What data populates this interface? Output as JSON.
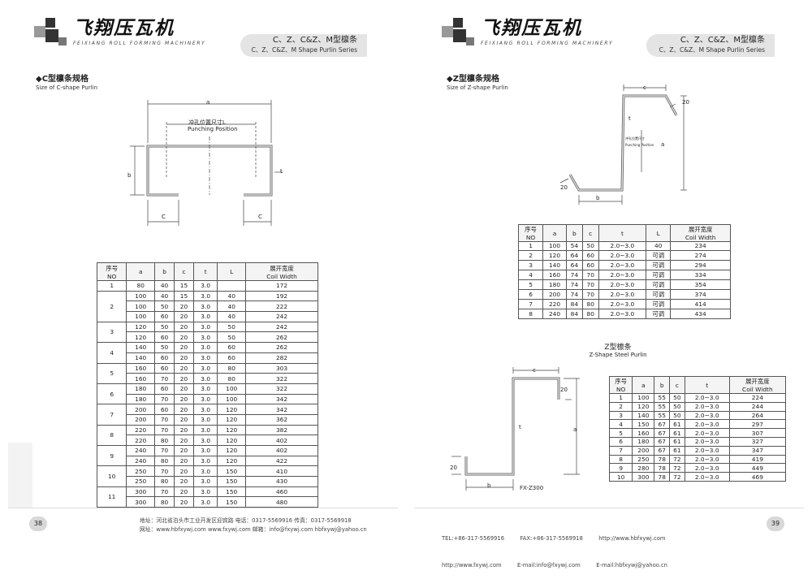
{
  "brand": {
    "cn": "飞翔压瓦机",
    "en": "FEIXIANG ROLL FORMING MACHINERY"
  },
  "series_tag": {
    "cn": "C、Z、C&Z、M型檩条",
    "en": "C、Z、C&Z、M Shape Purlin Series"
  },
  "left": {
    "section_cn": "◆C型檩条规格",
    "section_en": "Size of C-shape Purlin",
    "diagram": {
      "a": "a",
      "b": "b",
      "c": "C",
      "t": "t",
      "punch_cn": "冲孔位置尺寸L",
      "punch_en": "Punching Position"
    },
    "table": {
      "headers": [
        [
          "序号",
          "NO"
        ],
        [
          "a"
        ],
        [
          "b"
        ],
        [
          "c"
        ],
        [
          "t"
        ],
        [
          "L"
        ],
        [
          "展开宽度",
          "Coil Width"
        ]
      ],
      "rows": [
        {
          "no": "1",
          "a": "80",
          "b": "40",
          "c": "15",
          "t": "3.0",
          "l": "",
          "w": "172"
        },
        {
          "no": "2",
          "a": "100",
          "b": "40",
          "c": "15",
          "t": "3.0",
          "l": "40",
          "w": "192"
        },
        {
          "no": "",
          "a": "100",
          "b": "50",
          "c": "20",
          "t": "3.0",
          "l": "40",
          "w": "222"
        },
        {
          "no": "",
          "a": "100",
          "b": "60",
          "c": "20",
          "t": "3.0",
          "l": "40",
          "w": "242"
        },
        {
          "no": "3",
          "a": "120",
          "b": "50",
          "c": "20",
          "t": "3.0",
          "l": "50",
          "w": "242"
        },
        {
          "no": "",
          "a": "120",
          "b": "60",
          "c": "20",
          "t": "3.0",
          "l": "50",
          "w": "262"
        },
        {
          "no": "4",
          "a": "140",
          "b": "50",
          "c": "20",
          "t": "3.0",
          "l": "60",
          "w": "262"
        },
        {
          "no": "",
          "a": "140",
          "b": "60",
          "c": "20",
          "t": "3.0",
          "l": "60",
          "w": "282"
        },
        {
          "no": "5",
          "a": "160",
          "b": "60",
          "c": "20",
          "t": "3.0",
          "l": "80",
          "w": "303"
        },
        {
          "no": "",
          "a": "160",
          "b": "70",
          "c": "20",
          "t": "3.0",
          "l": "80",
          "w": "322"
        },
        {
          "no": "6",
          "a": "180",
          "b": "60",
          "c": "20",
          "t": "3.0",
          "l": "100",
          "w": "322"
        },
        {
          "no": "",
          "a": "180",
          "b": "70",
          "c": "20",
          "t": "3.0",
          "l": "100",
          "w": "342"
        },
        {
          "no": "7",
          "a": "200",
          "b": "60",
          "c": "20",
          "t": "3.0",
          "l": "120",
          "w": "342"
        },
        {
          "no": "",
          "a": "200",
          "b": "70",
          "c": "20",
          "t": "3.0",
          "l": "120",
          "w": "362"
        },
        {
          "no": "8",
          "a": "220",
          "b": "70",
          "c": "20",
          "t": "3.0",
          "l": "120",
          "w": "382"
        },
        {
          "no": "",
          "a": "220",
          "b": "80",
          "c": "20",
          "t": "3.0",
          "l": "120",
          "w": "402"
        },
        {
          "no": "9",
          "a": "240",
          "b": "70",
          "c": "20",
          "t": "3.0",
          "l": "120",
          "w": "402"
        },
        {
          "no": "",
          "a": "240",
          "b": "80",
          "c": "20",
          "t": "3.0",
          "l": "120",
          "w": "422"
        },
        {
          "no": "10",
          "a": "250",
          "b": "70",
          "c": "20",
          "t": "3.0",
          "l": "150",
          "w": "410"
        },
        {
          "no": "",
          "a": "250",
          "b": "80",
          "c": "20",
          "t": "3.0",
          "l": "150",
          "w": "430"
        },
        {
          "no": "11",
          "a": "300",
          "b": "70",
          "c": "20",
          "t": "3.0",
          "l": "150",
          "w": "460"
        },
        {
          "no": "",
          "a": "300",
          "b": "80",
          "c": "20",
          "t": "3.0",
          "l": "150",
          "w": "480"
        }
      ]
    },
    "page_no": "38",
    "footer": {
      "line1": "地址：河北省泊头市工业开发区迎宾路    电话：0317-5569916    传真：0317-5569918",
      "line2": "网址：www.hbfxywj.com  www.fxywj.com    邮箱：info@fxywj.com    hbfxywj@yahoo.cn"
    }
  },
  "right": {
    "section_cn": "◆Z型檩条规格",
    "section_en": "Size of Z-shape Purlin",
    "diagram1": {
      "a": "a",
      "b": "b",
      "c": "c",
      "t": "t",
      "lip": "20",
      "punch_cn": "冲孔位置尺寸",
      "punch_en": "Punching Position"
    },
    "table1": {
      "headers": [
        [
          "序号",
          "NO"
        ],
        [
          "a"
        ],
        [
          "b"
        ],
        [
          "c"
        ],
        [
          "t"
        ],
        [
          "L"
        ],
        [
          "展开宽度",
          "Coil Width"
        ]
      ],
      "rows": [
        {
          "no": "1",
          "a": "100",
          "b": "54",
          "c": "50",
          "t": "2.0~3.0",
          "l": "40",
          "w": "234"
        },
        {
          "no": "2",
          "a": "120",
          "b": "64",
          "c": "60",
          "t": "2.0~3.0",
          "l": "可调",
          "w": "274"
        },
        {
          "no": "3",
          "a": "140",
          "b": "64",
          "c": "60",
          "t": "2.0~3.0",
          "l": "可调",
          "w": "294"
        },
        {
          "no": "4",
          "a": "160",
          "b": "74",
          "c": "70",
          "t": "2.0~3.0",
          "l": "可调",
          "w": "334"
        },
        {
          "no": "5",
          "a": "180",
          "b": "74",
          "c": "70",
          "t": "2.0~3.0",
          "l": "可调",
          "w": "354"
        },
        {
          "no": "6",
          "a": "200",
          "b": "74",
          "c": "70",
          "t": "2.0~3.0",
          "l": "可调",
          "w": "374"
        },
        {
          "no": "7",
          "a": "220",
          "b": "84",
          "c": "80",
          "t": "2.0~3.0",
          "l": "可调",
          "w": "414"
        },
        {
          "no": "8",
          "a": "240",
          "b": "84",
          "c": "80",
          "t": "2.0~3.0",
          "l": "可调",
          "w": "434"
        }
      ]
    },
    "sub_title_cn": "Z型檩条",
    "sub_title_en": "Z-Shape Steel Purlin",
    "diagram2": {
      "a": "a",
      "b": "b",
      "c": "c",
      "t": "t",
      "lip": "20",
      "model": "FX-Z300"
    },
    "table2": {
      "headers": [
        [
          "序号",
          "NO"
        ],
        [
          "a"
        ],
        [
          "b"
        ],
        [
          "c"
        ],
        [
          "t"
        ],
        [
          "展开宽度",
          "Coil Width"
        ]
      ],
      "rows": [
        {
          "no": "1",
          "a": "100",
          "b": "55",
          "c": "50",
          "t": "2.0~3.0",
          "w": "224"
        },
        {
          "no": "2",
          "a": "120",
          "b": "55",
          "c": "50",
          "t": "2.0~3.0",
          "w": "244"
        },
        {
          "no": "3",
          "a": "140",
          "b": "55",
          "c": "50",
          "t": "2.0~3.0",
          "w": "264"
        },
        {
          "no": "4",
          "a": "150",
          "b": "67",
          "c": "61",
          "t": "2.0~3.0",
          "w": "297"
        },
        {
          "no": "5",
          "a": "160",
          "b": "67",
          "c": "61",
          "t": "2.0~3.0",
          "w": "307"
        },
        {
          "no": "6",
          "a": "180",
          "b": "67",
          "c": "61",
          "t": "2.0~3.0",
          "w": "327"
        },
        {
          "no": "7",
          "a": "200",
          "b": "67",
          "c": "61",
          "t": "2.0~3.0",
          "w": "347"
        },
        {
          "no": "8",
          "a": "250",
          "b": "78",
          "c": "72",
          "t": "2.0~3.0",
          "w": "419"
        },
        {
          "no": "9",
          "a": "280",
          "b": "78",
          "c": "72",
          "t": "2.0~3.0",
          "w": "449"
        },
        {
          "no": "10",
          "a": "300",
          "b": "78",
          "c": "72",
          "t": "2.0~3.0",
          "w": "469"
        }
      ]
    },
    "page_no": "39",
    "footer": {
      "line1": "TEL:+86-317-5569916         FAX:+86-317-5569918         http://www.hbfxywj.com",
      "line2": "http://www.fxywj.com         E-mail:info@fxywj.com         E-mail:hbfxywj@yahoo.cn"
    }
  }
}
